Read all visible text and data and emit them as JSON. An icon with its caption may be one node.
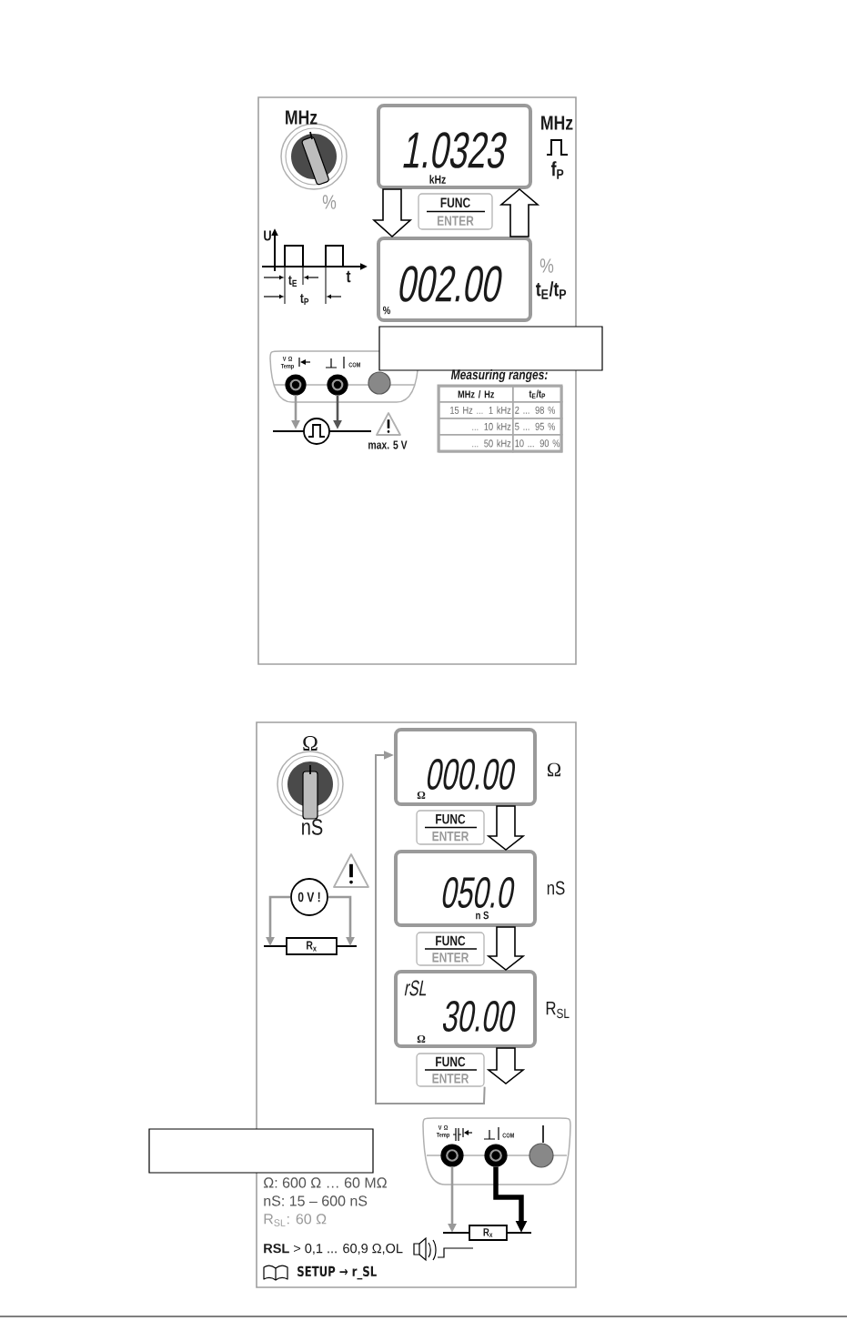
{
  "diagram": {
    "nodes": [
      {
        "text": [],
        "shape": "box"
      },
      {
        "text": [
          "1.0323",
          "kHz"
        ],
        "beside": [
          "MHz",
          "f$_{P}$"
        ],
        "in": 0
      },
      {
        "text": [
          "FUNC",
          "ENTER"
        ],
        "in": 0
      },
      {
        "text": [
          "002.00",
          "%"
        ],
        "beside": [
          "%",
          "t$_{E}$/t$_{P}$"
        ],
        "in": 0
      },
      {
        "text": [
          "V Ω Temp",
          "COM"
        ],
        "in": 0
      },
      {
        "text": [],
        "shape": "circle",
        "in": 4
      },
      {
        "text": [],
        "shape": "circle",
        "in": 4
      },
      {
        "text": [],
        "shape": "circle",
        "in": 4
      },
      {
        "text": [],
        "shape": "box"
      },
      {
        "text": [
          "0 V !"
        ],
        "in": 8
      },
      {
        "text": [
          "R$_{x}$"
        ],
        "in": 8
      },
      {
        "text": [
          "000.00",
          "Ω"
        ],
        "beside": [
          "Ω"
        ],
        "in": 8
      },
      {
        "text": [
          "FUNC",
          "ENTER"
        ],
        "in": 8
      },
      {
        "text": [
          "050.0",
          "n S"
        ],
        "beside": [
          "nS"
        ],
        "in": 8
      },
      {
        "text": [
          "FUNC",
          "ENTER"
        ],
        "in": 8
      },
      {
        "text": [
          "rSL",
          "30.00",
          "Ω"
        ],
        "beside": [
          "R$_{SL}$"
        ],
        "in": 8
      },
      {
        "text": [
          "FUNC",
          "ENTER"
        ],
        "in": 8
      },
      {
        "text": [
          "V Ω Temp",
          "COM"
        ],
        "in": 8
      },
      {
        "text": [],
        "shape": "circle",
        "in": 17
      },
      {
        "text": [],
        "shape": "circle",
        "in": 17
      },
      {
        "text": [],
        "shape": "circle",
        "in": 17
      },
      {
        "text": [
          "R$_{x}$"
        ],
        "in": 8
      }
    ],
    "edges": [
      {
        "from": 1,
        "to": 3,
        "arrow": "to"
      },
      {
        "from": 3,
        "to": 1,
        "arrow": "to"
      },
      {
        "from": 5,
        "to": null,
        "arrow": "to",
        "color": "#999999"
      },
      {
        "from": 6,
        "to": null,
        "arrow": "to",
        "color": "#555555"
      },
      {
        "from": 9,
        "to": 10,
        "arrow": "to",
        "color": "#999999"
      },
      {
        "from": 9,
        "to": 10,
        "arrow": "to",
        "color": "#999999"
      },
      {
        "from": 11,
        "to": 13,
        "arrow": "to"
      },
      {
        "from": 13,
        "to": 15,
        "arrow": "to"
      },
      {
        "from": 15,
        "to": null,
        "arrow": "to"
      },
      {
        "from": 16,
        "to": 11,
        "arrow": "to",
        "color": "#999999"
      },
      {
        "from": 18,
        "to": 21,
        "arrow": "to",
        "color": "#999999"
      },
      {
        "from": 19,
        "to": 21,
        "arrow": "to",
        "style": "thick",
        "color": "#000000"
      }
    ],
    "labels": [
      "MHz",
      "%",
      "U",
      "t$_{E}$",
      "t",
      "t$_{P}$",
      "max. 5 V",
      "Measuring ranges:",
      "MHz / Hz",
      "t$_{E}$/t$_{P}$",
      "15 Hz ... 1 kHz",
      "2 ... 98 %",
      "... 10 kHz",
      "5 ... 95 %",
      "... 50 kHz",
      "10 ... 90 %",
      "Ω",
      "nS",
      "Ω: 600 Ω … 60 MΩ",
      "nS: 15 – 600 nS",
      "R$_{SL}$: 60 Ω",
      "**RSL** > 0,1 ... 60,9 Ω,OL",
      "SETUP → r_SL"
    ]
  }
}
